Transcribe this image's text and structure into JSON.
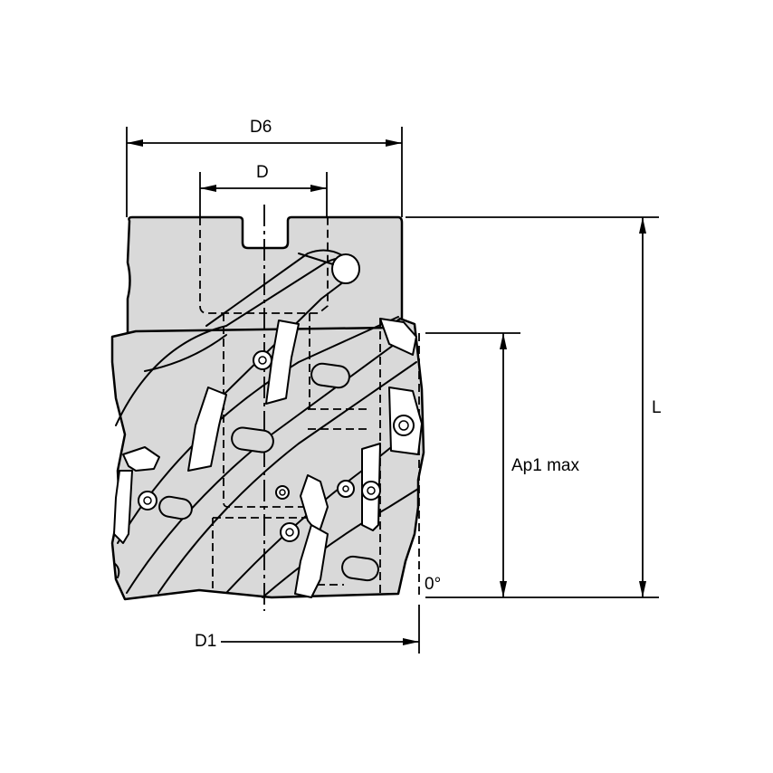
{
  "diagram": {
    "type": "technical-drawing",
    "subject": "indexable helical shell mill cutter (side view)",
    "colors": {
      "body": "#d9d9d9",
      "inserts": "#ffffff",
      "lines": "#000000",
      "background": "#ffffff"
    },
    "dimensions": {
      "d6": {
        "label": "D6",
        "description": "overall hub diameter"
      },
      "d": {
        "label": "D",
        "description": "bore diameter"
      },
      "d1": {
        "label": "D1",
        "description": "cutting diameter"
      },
      "l": {
        "label": "L",
        "description": "overall length"
      },
      "ap1": {
        "label": "Ap1 max",
        "description": "maximum depth of cut"
      },
      "angle": {
        "label": "0°",
        "description": "lead angle"
      }
    }
  }
}
